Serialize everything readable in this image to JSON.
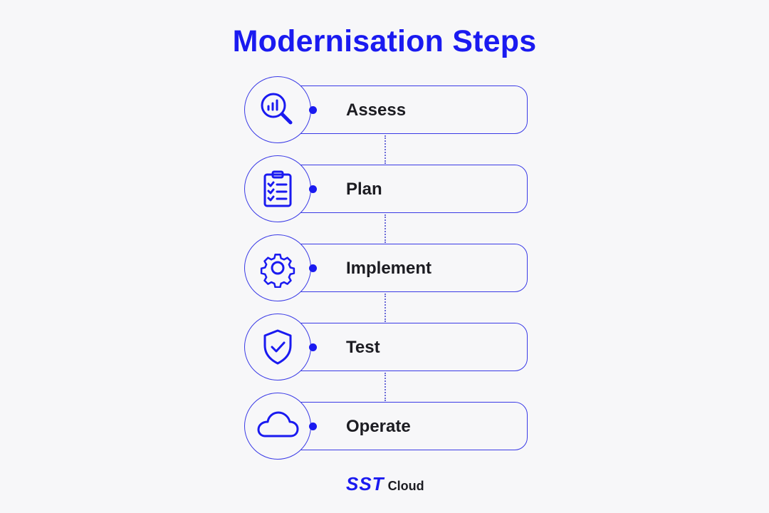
{
  "title": "Modernisation Steps",
  "accent_color": "#1a1af0",
  "steps": [
    {
      "label": "Assess",
      "icon": "analytics-magnifier-icon"
    },
    {
      "label": "Plan",
      "icon": "clipboard-checklist-icon"
    },
    {
      "label": "Implement",
      "icon": "gear-icon"
    },
    {
      "label": "Test",
      "icon": "shield-check-icon"
    },
    {
      "label": "Operate",
      "icon": "cloud-icon"
    }
  ],
  "logo": {
    "brand": "SST",
    "suffix": "Cloud"
  }
}
